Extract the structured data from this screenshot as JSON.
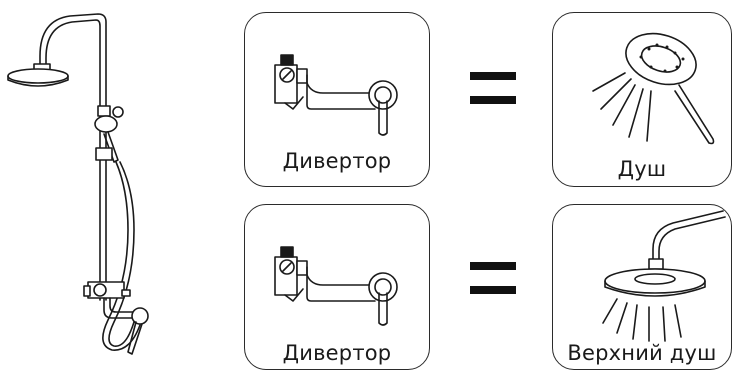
{
  "rows": [
    {
      "left_label": "Дивертор",
      "right_label": "Душ"
    },
    {
      "left_label": "Дивертор",
      "right_label": "Верхний душ"
    }
  ],
  "colors": {
    "stroke": "#1a1a1a",
    "card_border": "#2b2b2b",
    "background": "#ffffff"
  },
  "icons": {
    "shower_system": "shower-column-icon",
    "diverter": "diverter-mixer-icon",
    "hand_shower": "hand-shower-icon",
    "overhead_shower": "overhead-shower-icon",
    "equals": "equals-icon"
  }
}
